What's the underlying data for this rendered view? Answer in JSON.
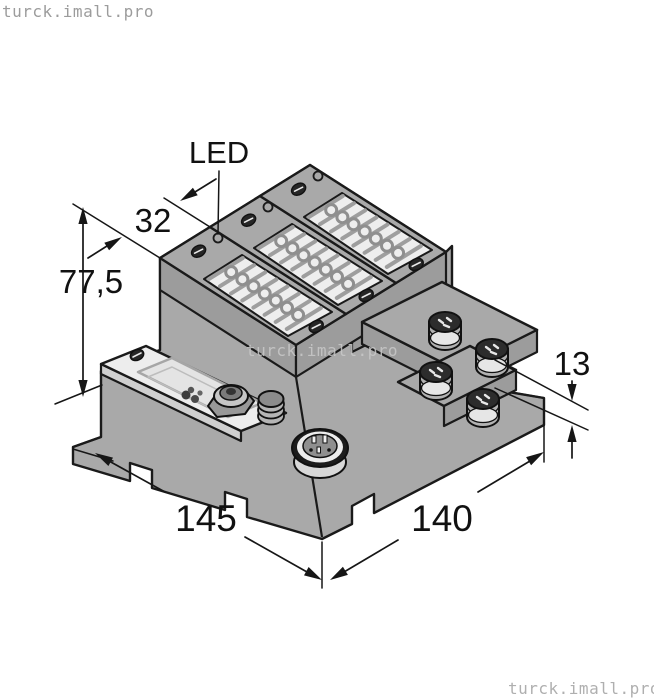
{
  "watermarks": {
    "top_left": "turck.imall.pro",
    "center": "turck.imall.pro",
    "bottom_right": "turck.imall.pro"
  },
  "drawing": {
    "led_label": "LED",
    "dimensions": {
      "module_width": "32",
      "height": "77,5",
      "foot_height": "13",
      "length_left": "145",
      "length_right": "140"
    }
  },
  "colors": {
    "outline": "#1a1a1a",
    "body_gray": "#a9a9a9",
    "panel_light": "#eeeeee",
    "watermark_gray": "#9c9c9c",
    "watermark_on_body": "#c9c9c9",
    "dimension_text": "#111111",
    "background": "#ffffff"
  }
}
